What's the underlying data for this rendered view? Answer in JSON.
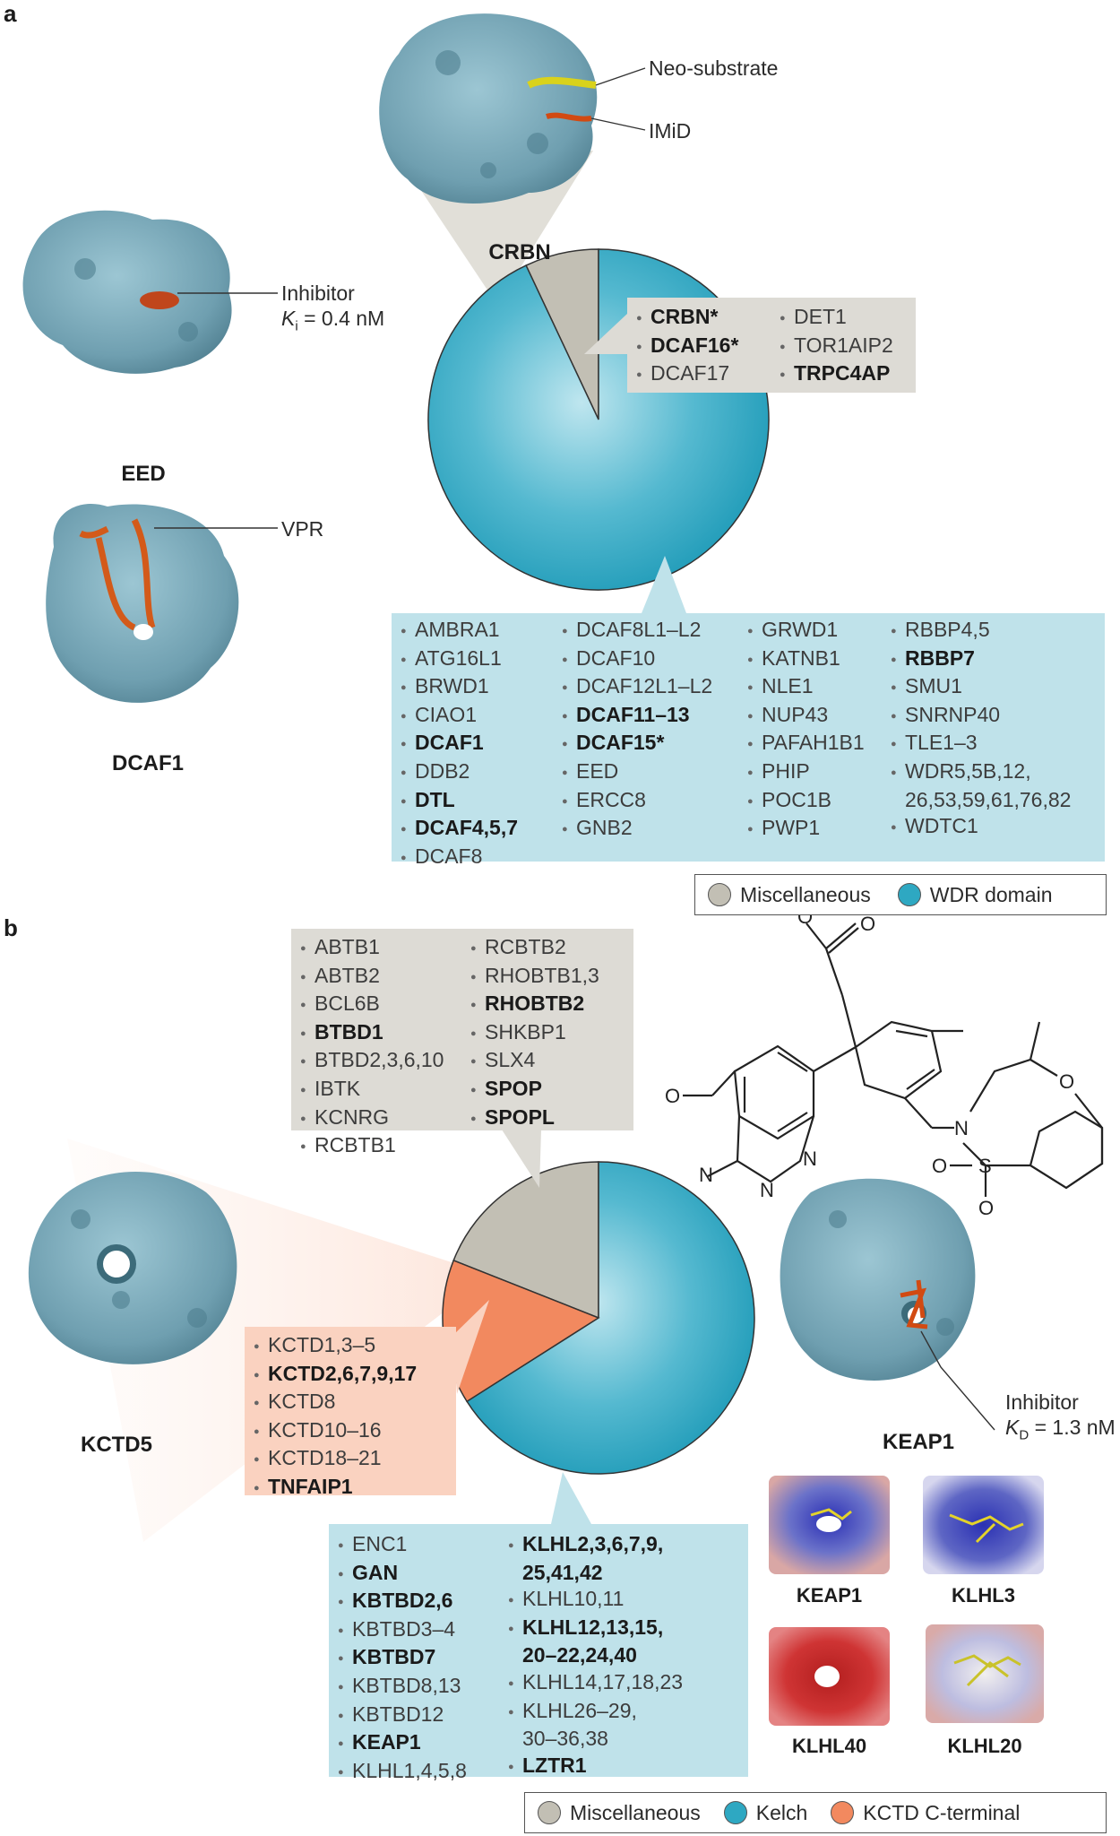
{
  "panel_a": {
    "label": "a",
    "crbn": {
      "label": "CRBN",
      "neo_substrate": "Neo-substrate",
      "imid": "IMiD"
    },
    "eed": {
      "label": "EED",
      "inhibitor": "Inhibitor",
      "ki_symbol": "K",
      "ki_sub": "i",
      "ki_value": " = 0.4 nM"
    },
    "dcaf1": {
      "label": "DCAF1",
      "vpr": "VPR"
    },
    "misc_box": [
      [
        {
          "t": "CRBN*",
          "b": true
        },
        {
          "t": "DCAF16*",
          "b": true
        },
        {
          "t": "DCAF17",
          "b": false
        }
      ],
      [
        {
          "t": "DET1",
          "b": false
        },
        {
          "t": "TOR1AIP2",
          "b": false
        },
        {
          "t": "TRPC4AP",
          "b": true
        }
      ]
    ],
    "wdr_box": [
      [
        {
          "t": "AMBRA1",
          "b": false
        },
        {
          "t": "ATG16L1",
          "b": false
        },
        {
          "t": "BRWD1",
          "b": false
        },
        {
          "t": "CIAO1",
          "b": false
        },
        {
          "t": "DCAF1",
          "b": true
        },
        {
          "t": "DDB2",
          "b": false
        },
        {
          "t": "DTL",
          "b": true
        },
        {
          "t": "DCAF4,5,7",
          "b": true
        },
        {
          "t": "DCAF8",
          "b": false
        }
      ],
      [
        {
          "t": "DCAF8L1–L2",
          "b": false
        },
        {
          "t": "DCAF10",
          "b": false
        },
        {
          "t": "DCAF12L1–L2",
          "b": false
        },
        {
          "t": "DCAF11–13",
          "b": true
        },
        {
          "t": "DCAF15*",
          "b": true
        },
        {
          "t": "EED",
          "b": false
        },
        {
          "t": "ERCC8",
          "b": false
        },
        {
          "t": "GNB2",
          "b": false
        }
      ],
      [
        {
          "t": "GRWD1",
          "b": false
        },
        {
          "t": "KATNB1",
          "b": false
        },
        {
          "t": "NLE1",
          "b": false
        },
        {
          "t": "NUP43",
          "b": false
        },
        {
          "t": "PAFAH1B1",
          "b": false
        },
        {
          "t": "PHIP",
          "b": false
        },
        {
          "t": "POC1B",
          "b": false
        },
        {
          "t": "PWP1",
          "b": false
        }
      ],
      [
        {
          "t": "RBBP4,5",
          "b": false
        },
        {
          "t": "RBBP7",
          "b": true
        },
        {
          "t": "SMU1",
          "b": false
        },
        {
          "t": "SNRNP40",
          "b": false
        },
        {
          "t": "TLE1–3",
          "b": false
        },
        {
          "t": "WDR5,5B,12,",
          "b": false
        },
        {
          "t": "26,53,59,61,76,82",
          "b": false,
          "c": true
        },
        {
          "t": "WDTC1",
          "b": false
        }
      ]
    ],
    "pie": {
      "misc_fraction": 0.07,
      "wdr_fraction": 0.93
    },
    "legend": {
      "misc": "Miscellaneous",
      "wdr": "WDR domain"
    },
    "colors": {
      "misc": "#c2bfb4",
      "wdr": "#2ea8c2"
    }
  },
  "panel_b": {
    "label": "b",
    "misc_box": [
      [
        {
          "t": "ABTB1",
          "b": false
        },
        {
          "t": "ABTB2",
          "b": false
        },
        {
          "t": "BCL6B",
          "b": false
        },
        {
          "t": "BTBD1",
          "b": true
        },
        {
          "t": "BTBD2,3,6,10",
          "b": false
        },
        {
          "t": "IBTK",
          "b": false
        },
        {
          "t": "KCNRG",
          "b": false
        },
        {
          "t": "RCBTB1",
          "b": false
        }
      ],
      [
        {
          "t": "RCBTB2",
          "b": false
        },
        {
          "t": "RHOBTB1,3",
          "b": false
        },
        {
          "t": "RHOBTB2",
          "b": true
        },
        {
          "t": "SHKBP1",
          "b": false
        },
        {
          "t": "SLX4",
          "b": false
        },
        {
          "t": "SPOP",
          "b": true
        },
        {
          "t": "SPOPL",
          "b": true
        }
      ]
    ],
    "kctd_box": [
      {
        "t": "KCTD1,3–5",
        "b": false
      },
      {
        "t": "KCTD2,6,7,9,17",
        "b": true
      },
      {
        "t": "KCTD8",
        "b": false
      },
      {
        "t": "KCTD10–16",
        "b": false
      },
      {
        "t": "KCTD18–21",
        "b": false
      },
      {
        "t": "TNFAIP1",
        "b": true
      }
    ],
    "kelch_box": [
      [
        {
          "t": "ENC1",
          "b": false
        },
        {
          "t": "GAN",
          "b": true
        },
        {
          "t": "KBTBD2,6",
          "b": true
        },
        {
          "t": "KBTBD3–4",
          "b": false
        },
        {
          "t": "KBTBD7",
          "b": true
        },
        {
          "t": "KBTBD8,13",
          "b": false
        },
        {
          "t": "KBTBD12",
          "b": false
        },
        {
          "t": "KEAP1",
          "b": true
        },
        {
          "t": "KLHL1,4,5,8",
          "b": false
        }
      ],
      [
        {
          "t": "KLHL2,3,6,7,9,",
          "b": true
        },
        {
          "t": "25,41,42",
          "b": true,
          "c": true
        },
        {
          "t": "KLHL10,11",
          "b": false
        },
        {
          "t": "KLHL12,13,15,",
          "b": true
        },
        {
          "t": "20–22,24,40",
          "b": true,
          "c": true
        },
        {
          "t": "KLHL14,17,18,23",
          "b": false
        },
        {
          "t": "KLHL26–29,",
          "b": false
        },
        {
          "t": "30–36,38",
          "b": false,
          "c": true
        },
        {
          "t": "LZTR1",
          "b": true
        }
      ]
    ],
    "kctd5": {
      "label": "KCTD5"
    },
    "keap1": {
      "label": "KEAP1",
      "inhibitor": "Inhibitor",
      "kd_symbol": "K",
      "kd_sub": "D",
      "kd_value": " = 1.3 nM"
    },
    "surfaces": [
      "KEAP1",
      "KLHL3",
      "KLHL40",
      "KLHL20"
    ],
    "pie": {
      "misc_fraction": 0.19,
      "kctd_fraction": 0.15,
      "kelch_fraction": 0.66
    },
    "legend": {
      "misc": "Miscellaneous",
      "kelch": "Kelch",
      "kctd": "KCTD C-terminal"
    },
    "colors": {
      "misc": "#c2bfb4",
      "kelch": "#2ea8c2",
      "kctd": "#f2895f"
    }
  }
}
